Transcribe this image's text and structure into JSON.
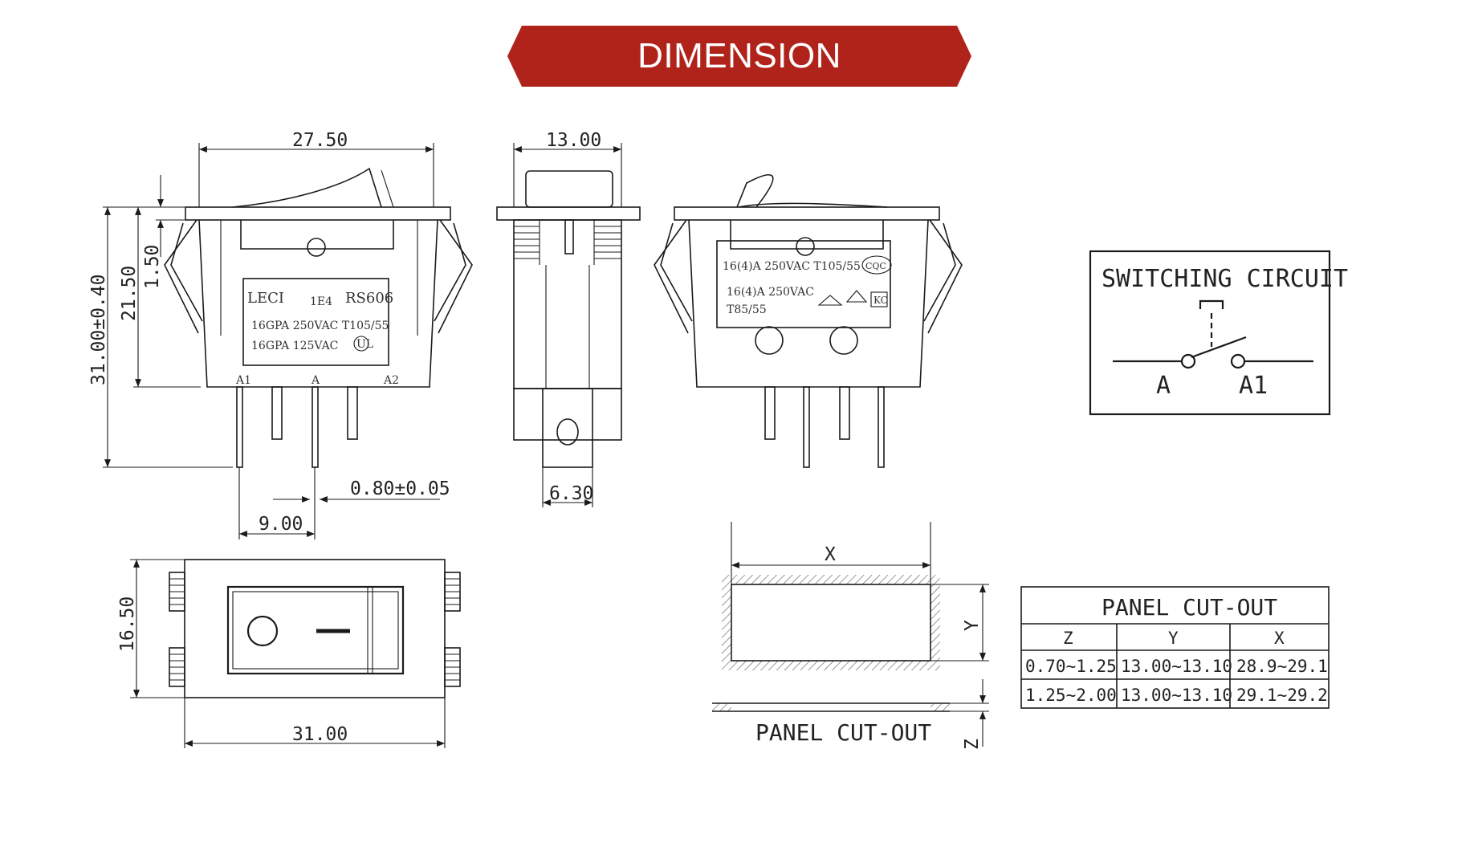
{
  "banner": {
    "title": "DIMENSION",
    "color": "#b0231a"
  },
  "front_view": {
    "dims": {
      "width": "27.50",
      "height": "31.00±0.40",
      "body_height": "21.50",
      "flange": "1.50",
      "pin_pitch": "9.00",
      "pin_thickness": "0.80±0.05"
    },
    "pins": [
      "A1",
      "A",
      "A2"
    ],
    "label": {
      "brand": "LECI",
      "code": "1E4",
      "model": "RS606",
      "rating1": "16GPA 250VAC  T105/55",
      "rating2": "16GPA 125VAC"
    }
  },
  "side_view": {
    "dims": {
      "width": "13.00",
      "pin_width": "6.30"
    }
  },
  "back_view": {
    "rating1": "16(4)A   250VAC  T105/55",
    "rating2": "16(4)A 250VAC",
    "rating3": "T85/55"
  },
  "bottom_view": {
    "dims": {
      "height": "16.50",
      "width": "31.00"
    }
  },
  "switching_circuit": {
    "title": "SWITCHING CIRCUIT",
    "terminal_a": "A",
    "terminal_a1": "A1"
  },
  "cutout_drawing": {
    "x_label": "X",
    "y_label": "Y",
    "z_label": "Z",
    "caption": "PANEL CUT-OUT"
  },
  "cutout_table": {
    "title": "PANEL CUT-OUT",
    "columns": [
      "Z",
      "Y",
      "X"
    ],
    "rows": [
      [
        "0.70~1.25",
        "13.00~13.10",
        "28.9~29.1"
      ],
      [
        "1.25~2.00",
        "13.00~13.10",
        "29.1~29.2"
      ]
    ]
  }
}
